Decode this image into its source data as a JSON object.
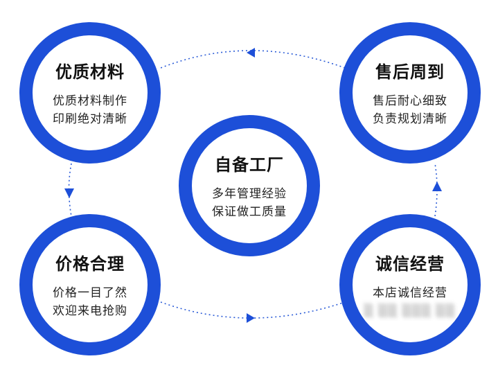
{
  "colors": {
    "ring": "#1d4fd8",
    "connector": "#2a5bd7",
    "title": "#111111",
    "body": "#222222"
  },
  "nodes": {
    "top_left": {
      "title": "优质材料",
      "line1": "优质材料制作",
      "line2": "印刷绝对清晰"
    },
    "top_right": {
      "title": "售后周到",
      "line1": "售后耐心细致",
      "line2": "负责规划清晰"
    },
    "center": {
      "title": "自备工厂",
      "line1": "多年管理经验",
      "line2": "保证做工质量"
    },
    "bottom_left": {
      "title": "价格合理",
      "line1": "价格一目了然",
      "line2": "欢迎来电抢购"
    },
    "bottom_right": {
      "title": "诚信经营",
      "line1": "本店诚信经营",
      "line2": "░ ░░ ░░░ ░░"
    }
  },
  "arrows": [
    {
      "from": "top_right",
      "to": "top_left",
      "icon": "arrow-left-icon"
    },
    {
      "from": "top_left",
      "to": "bottom_left",
      "icon": "arrow-down-icon"
    },
    {
      "from": "bottom_left",
      "to": "bottom_right",
      "icon": "arrow-right-icon"
    },
    {
      "from": "bottom_right",
      "to": "top_right",
      "icon": "arrow-up-icon"
    }
  ]
}
